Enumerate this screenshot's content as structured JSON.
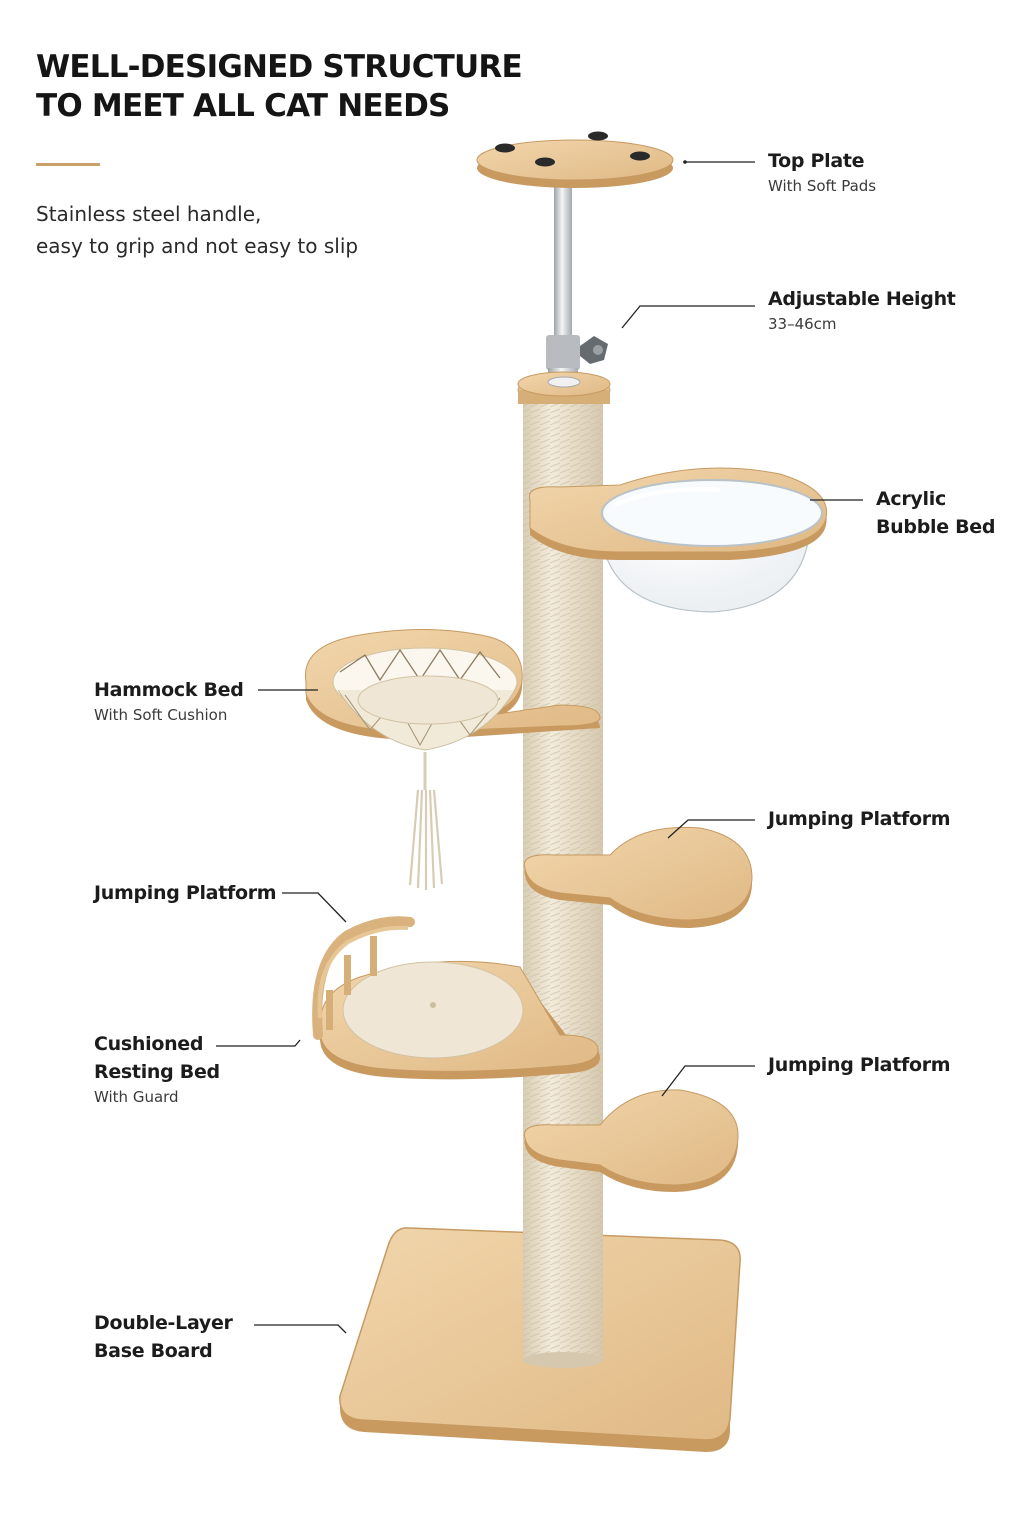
{
  "headline": {
    "line1": "WELL-DESIGNED STRUCTURE",
    "line2": "TO MEET ALL CAT NEEDS"
  },
  "subtitle": {
    "line1": "Stainless steel handle,",
    "line2": "easy to grip and not easy to slip"
  },
  "callouts": {
    "top_plate": {
      "title": "Top Plate",
      "detail": "With Soft Pads"
    },
    "adjustable_height": {
      "title": "Adjustable Height",
      "detail": "33–46cm"
    },
    "acrylic_bed": {
      "title_line1": "Acrylic",
      "title_line2": "Bubble Bed"
    },
    "hammock_bed": {
      "title": "Hammock Bed",
      "detail": "With Soft Cushion"
    },
    "jumping_platform_upper": {
      "title": "Jumping Platform"
    },
    "jumping_platform_left": {
      "title": "Jumping Platform"
    },
    "cushioned_bed": {
      "title_line1": "Cushioned",
      "title_line2": "Resting Bed",
      "detail": "With Guard"
    },
    "jumping_platform_lower": {
      "title": "Jumping Platform"
    },
    "base_board": {
      "title_line1": "Double-Layer",
      "title_line2": "Base Board"
    }
  },
  "colors": {
    "accent": "#c9a06a",
    "wood": "#e8c797",
    "wood_edge": "#c79a62",
    "sisal": "#ece3d0",
    "cushion": "#efe6d6",
    "steel": "#c9ccd0"
  }
}
